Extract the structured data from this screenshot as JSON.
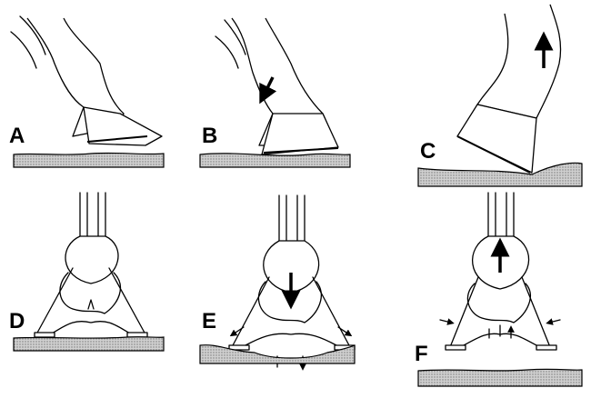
{
  "panels": [
    {
      "id": "A",
      "label": "A"
    },
    {
      "id": "B",
      "label": "B"
    },
    {
      "id": "C",
      "label": "C"
    },
    {
      "id": "D",
      "label": "D"
    },
    {
      "id": "E",
      "label": "E"
    },
    {
      "id": "F",
      "label": "F"
    }
  ],
  "colors": {
    "line": "#000000",
    "ground": "#b8b8b8",
    "background": "#ffffff"
  }
}
